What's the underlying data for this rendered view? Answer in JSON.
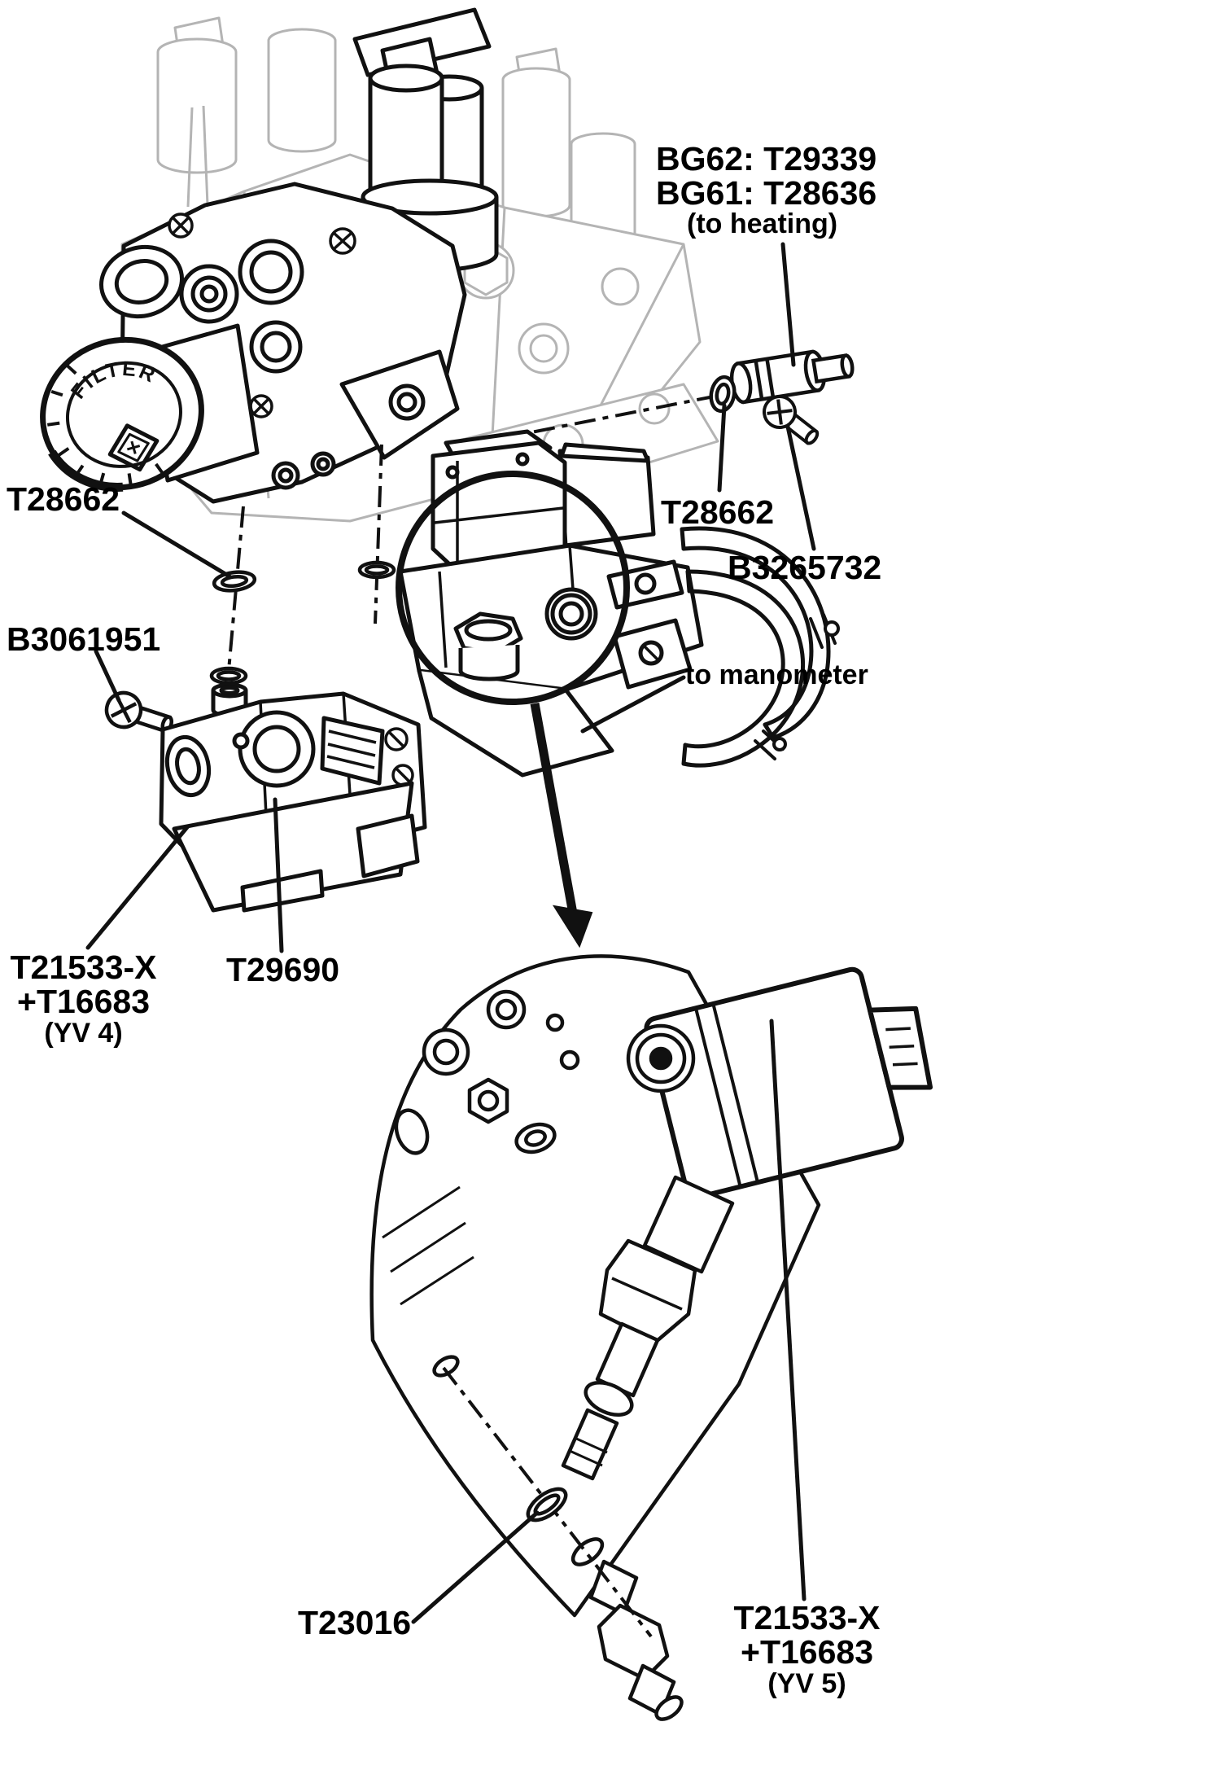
{
  "diagram": {
    "background": "#ffffff",
    "colors": {
      "line": "#111111",
      "ghost": "#b4b4b4",
      "label": "#000000"
    },
    "labels": {
      "bg62": "BG62: T29339",
      "bg61": "BG61: T28636",
      "to_heating": "(to heating)",
      "t28662_left": "T28662",
      "t28662_right": "T28662",
      "b3265732": "B3265732",
      "b3061951": "B3061951",
      "to_manometer": "to manometer",
      "yv4_line1": "T21533-X",
      "yv4_line2": "+T16683",
      "yv4_line3": "(YV 4)",
      "t29690": "T29690",
      "t23016": "T23016",
      "yv5_line1": "T21533-X",
      "yv5_line2": "+T16683",
      "yv5_line3": "(YV 5)",
      "filter_cap": "FILTER"
    }
  }
}
